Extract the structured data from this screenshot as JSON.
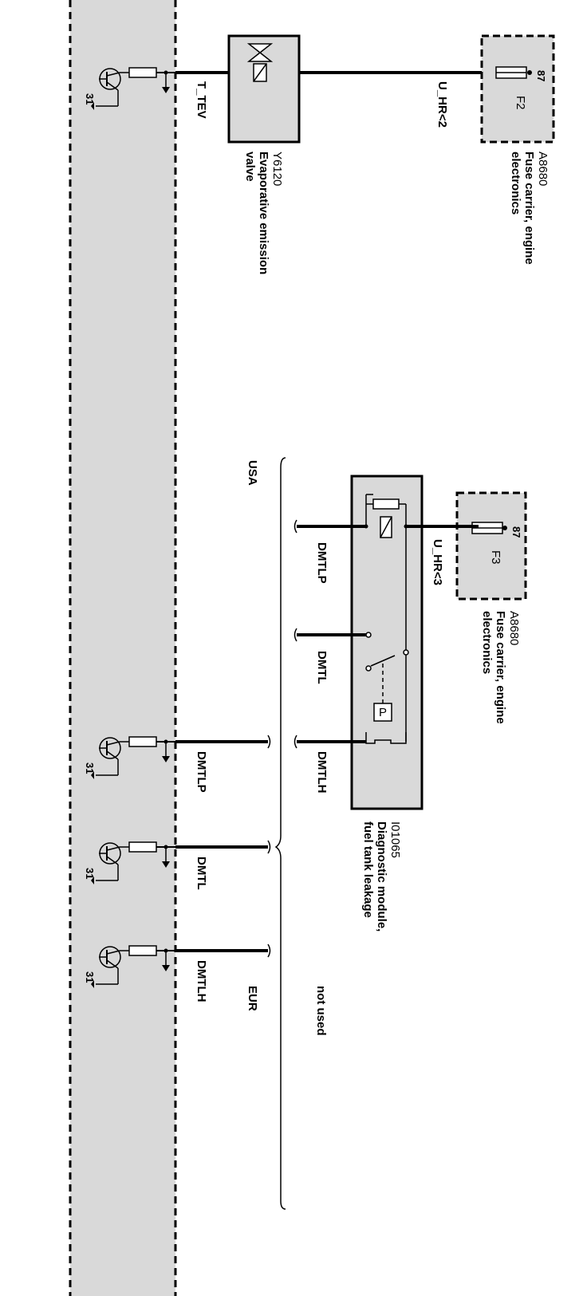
{
  "ecu": {
    "transistors": [
      {
        "ground": "31",
        "signal": "T_TEV"
      },
      {
        "ground": "31",
        "signal": "DMTLP"
      },
      {
        "ground": "31",
        "signal": "DMTL"
      },
      {
        "ground": "31",
        "signal": "DMTLH"
      }
    ]
  },
  "valve": {
    "id": "Y6120",
    "name_line1": "Evaporative emission",
    "name_line2": "valve"
  },
  "fuse_carrier_top": {
    "id": "A8680",
    "name_line1": "Fuse carrier, engine",
    "name_line2": "electronics",
    "fuse": "F2",
    "pin": "87",
    "supply": "U_HR<2"
  },
  "fuse_carrier_mid": {
    "id": "A8680",
    "name_line1": "Fuse carrier, engine",
    "name_line2": "electronics",
    "fuse": "F3",
    "pin": "87",
    "supply": "U_HR<3"
  },
  "dmtl_module": {
    "id": "I01065",
    "name_line1": "Diagnostic module,",
    "name_line2": "fuel tank leakage",
    "pins": [
      "DMTLP",
      "DMTL",
      "DMTLH"
    ],
    "sensor": "P"
  },
  "variants": {
    "usa": "USA",
    "eur": "EUR",
    "note": "not used"
  }
}
